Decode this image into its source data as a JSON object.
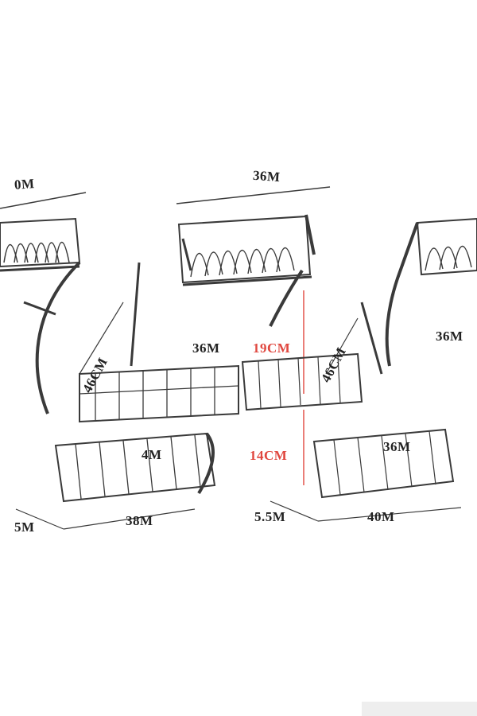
{
  "labels": {
    "left_top_width": "0M",
    "top_depth": "36M",
    "left_height": "46CM",
    "left_mid_width": "36M",
    "left_bottom_width": "4M",
    "left_bottom_left": "5M",
    "left_bottom_right": "38M",
    "red_upper": "19CM",
    "red_lower": "14CM",
    "right_height": "46CM",
    "right_mid_width": "36M",
    "right_bottom_width": "36M",
    "right_bottom_left": "5.5M",
    "right_bottom_right": "40M"
  },
  "colors": {
    "wire": "#3a3a3a",
    "wire_light": "#9a9a9a",
    "accent_red": "#e0473f",
    "tray_shadow": "#d9d9d9"
  }
}
